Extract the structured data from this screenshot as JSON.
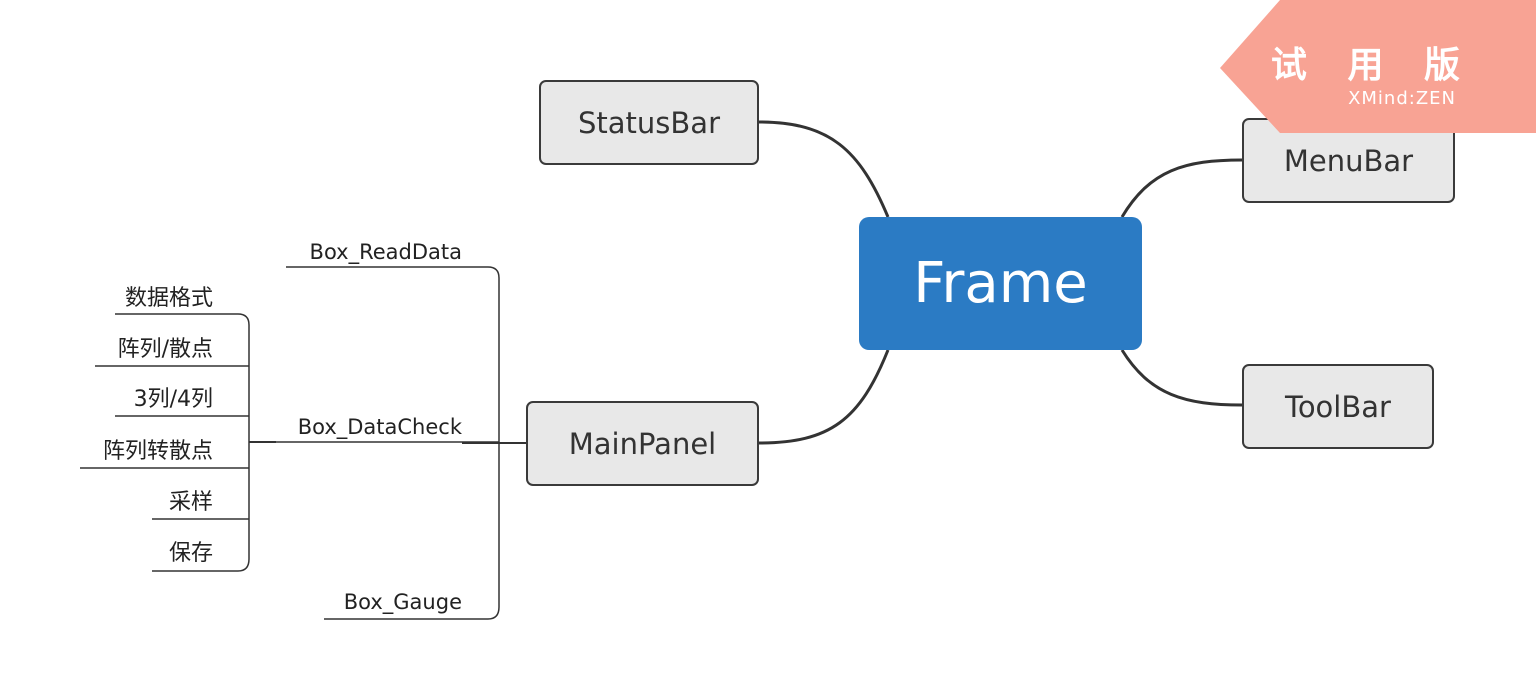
{
  "root": {
    "label": "Frame"
  },
  "branches": {
    "statusbar": "StatusBar",
    "menubar": "MenuBar",
    "toolbar": "ToolBar",
    "mainpanel": "MainPanel"
  },
  "mainpanel_children": {
    "readdata": "Box_ReadData",
    "datacheck": "Box_DataCheck",
    "gauge": "Box_Gauge"
  },
  "datacheck_children": [
    "数据格式",
    "阵列/散点",
    "3列/4列",
    "阵列转散点",
    "采样",
    "保存"
  ],
  "watermark": {
    "title": "试 用 版",
    "subtitle": "XMind:ZEN"
  },
  "colors": {
    "root_fill": "#2b7bc4",
    "node_fill": "#e8e8e8",
    "connector": "#333333",
    "watermark": "#f8a394"
  }
}
